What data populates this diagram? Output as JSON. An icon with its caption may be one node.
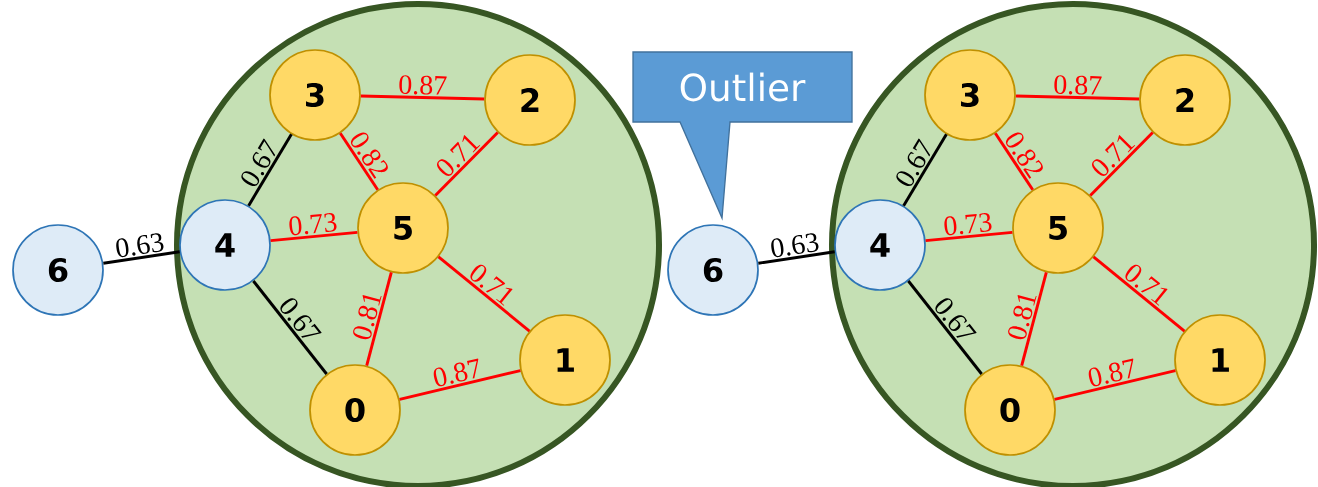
{
  "diagram": {
    "nodes": [
      {
        "text": [],
        "shape": "circle"
      },
      {
        "text": [
          "3"
        ],
        "in": 0
      },
      {
        "text": [
          "2"
        ],
        "in": 0
      },
      {
        "text": [
          "4"
        ],
        "in": 0
      },
      {
        "text": [
          "5"
        ],
        "in": 0
      },
      {
        "text": [
          "1"
        ],
        "in": 0
      },
      {
        "text": [
          "0"
        ],
        "in": 0
      },
      {
        "text": [
          "6"
        ]
      },
      {
        "text": [
          "Outlier"
        ]
      },
      {
        "text": [],
        "shape": "circle"
      },
      {
        "text": [
          "3"
        ],
        "in": 9
      },
      {
        "text": [
          "2"
        ],
        "in": 9
      },
      {
        "text": [
          "4"
        ],
        "in": 9
      },
      {
        "text": [
          "5"
        ],
        "in": 9
      },
      {
        "text": [
          "1"
        ],
        "in": 9
      },
      {
        "text": [
          "0"
        ],
        "in": 9
      },
      {
        "text": [
          "6"
        ]
      }
    ],
    "edges": [
      {
        "from": 1,
        "to": 2,
        "arrow": "none",
        "label": "0.87",
        "color": "#ff0000"
      },
      {
        "from": 1,
        "to": 4,
        "arrow": "none",
        "label": "0.82",
        "color": "#ff0000"
      },
      {
        "from": 4,
        "to": 2,
        "arrow": "none",
        "label": "0.71",
        "color": "#ff0000"
      },
      {
        "from": 3,
        "to": 4,
        "arrow": "none",
        "label": "0.73",
        "color": "#ff0000"
      },
      {
        "from": 4,
        "to": 5,
        "arrow": "none",
        "label": "0.71",
        "color": "#ff0000"
      },
      {
        "from": 6,
        "to": 4,
        "arrow": "none",
        "label": "0.81",
        "color": "#ff0000"
      },
      {
        "from": 6,
        "to": 5,
        "arrow": "none",
        "label": "0.87",
        "color": "#ff0000"
      },
      {
        "from": 3,
        "to": 1,
        "arrow": "none",
        "label": "0.67",
        "color": "#000000"
      },
      {
        "from": 3,
        "to": 6,
        "arrow": "none",
        "label": "0.67",
        "color": "#000000"
      },
      {
        "from": 7,
        "to": 3,
        "arrow": "none",
        "label": "0.63",
        "color": "#000000"
      },
      {
        "from": 10,
        "to": 11,
        "arrow": "none",
        "label": "0.87",
        "color": "#ff0000"
      },
      {
        "from": 10,
        "to": 13,
        "arrow": "none",
        "label": "0.82",
        "color": "#ff0000"
      },
      {
        "from": 13,
        "to": 11,
        "arrow": "none",
        "label": "0.71",
        "color": "#ff0000"
      },
      {
        "from": 12,
        "to": 13,
        "arrow": "none",
        "label": "0.73",
        "color": "#ff0000"
      },
      {
        "from": 13,
        "to": 14,
        "arrow": "none",
        "label": "0.71",
        "color": "#ff0000"
      },
      {
        "from": 15,
        "to": 13,
        "arrow": "none",
        "label": "0.81",
        "color": "#ff0000"
      },
      {
        "from": 15,
        "to": 14,
        "arrow": "none",
        "label": "0.87",
        "color": "#ff0000"
      },
      {
        "from": 12,
        "to": 10,
        "arrow": "none",
        "label": "0.67",
        "color": "#000000"
      },
      {
        "from": 12,
        "to": 15,
        "arrow": "none",
        "label": "0.67",
        "color": "#000000"
      },
      {
        "from": 16,
        "to": 12,
        "arrow": "none",
        "label": "0.63",
        "color": "#000000"
      }
    ]
  }
}
